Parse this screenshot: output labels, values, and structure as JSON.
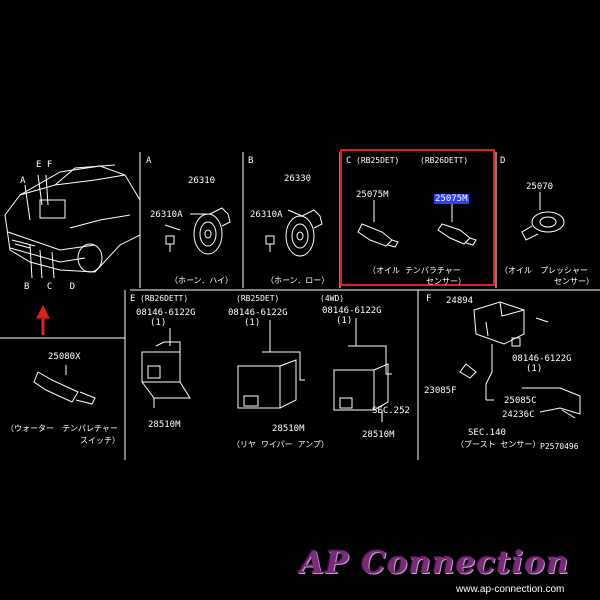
{
  "car": {
    "letters_top": "E F",
    "letter_a": "A",
    "letters_bottom": "B C D"
  },
  "water_temp": {
    "part": "25080X",
    "caption1": "（ウォーター　テンパレチャー",
    "caption2": "スイッチ）"
  },
  "panel_a": {
    "letter": "A",
    "part_main": "26310",
    "part_sub": "26310A",
    "caption": "（ホーン．ハイ）"
  },
  "panel_b": {
    "letter": "B",
    "part_main": "26330",
    "part_sub": "26310A",
    "caption": "（ホーン．ロー）"
  },
  "panel_c": {
    "letter": "C",
    "engine_left": "(RB25DET)",
    "engine_right": "(RB26DETT)",
    "part_left": "25075M",
    "part_right": "25075M",
    "caption1": "（オイル テンパラチャー",
    "caption2": "センサー）"
  },
  "panel_d": {
    "letter": "D",
    "part": "25070",
    "caption1": "（オイル　プレッシャー",
    "caption2": "センサー）"
  },
  "panel_e": {
    "letter": "E",
    "engine1": "(RB26DETT)",
    "bolt1": "08146-6122G",
    "qty1": "(1)",
    "part1": "28510M",
    "engine2": "(RB25DET)",
    "bolt2": "08146-6122G",
    "qty2": "(1)",
    "part2": "28510M",
    "caption2": "（リヤ ワイパー アンプ）",
    "engine3": "(4WD)",
    "bolt3": "08146-6122G",
    "qty3": "(1)",
    "sec": "SEC.252",
    "part3": "28510M"
  },
  "panel_f": {
    "letter": "F",
    "part_a": "24894",
    "bolt": "08146-6122G",
    "qty": "(1)",
    "part_b": "23085F",
    "part_c": "25085C",
    "part_d": "24236C",
    "sec": "SEC.140",
    "caption": "（ブースト センサー）",
    "ref": "P2570496"
  },
  "brand": {
    "name": "AP Connection",
    "url": "www.ap-connection.com"
  },
  "colors": {
    "highlight_box": "#e0201e",
    "arrow": "#e0201e",
    "label_highlight": "#2f3fff",
    "logo": "#7a2a7a"
  }
}
